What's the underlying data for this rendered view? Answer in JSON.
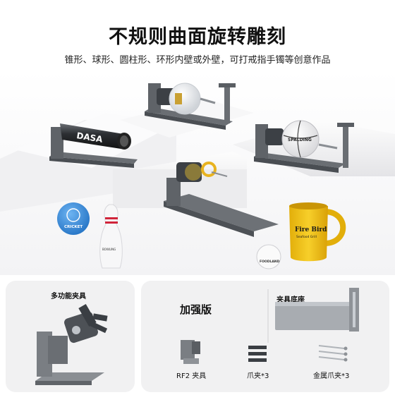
{
  "header": {
    "title": "不规则曲面旋转雕刻",
    "subtitle": "锥形、球形、圆柱形、环形内壁或外壁，可打戒指手镯等创意作品"
  },
  "hero": {
    "products": {
      "cylinder_brand": "DASA",
      "basketball_brand": "SPALDING",
      "small_ball_text": "CRICKET",
      "bowling_pin_text": "BOWLING",
      "golf_ball_text": "FOODLAND",
      "mug_text_line1": "Fire Bird",
      "mug_text_line2": "Seafood Grill"
    }
  },
  "accessories": {
    "left_panel": {
      "label": "多功能夹具"
    },
    "right_panel": {
      "edition_label": "加强版",
      "base_label": "夹具底座",
      "items": [
        {
          "label": "RF2 夹具",
          "icon": "rf2-clamp-icon"
        },
        {
          "label": "爪夹*3",
          "icon": "claw-clamp-icon"
        },
        {
          "label": "金属爪夹*3",
          "icon": "metal-claw-clamp-icon"
        }
      ]
    }
  },
  "colors": {
    "panel_bg": "#f1f1f2",
    "metal_dark": "#555a60",
    "metal_light": "#9aa0a6",
    "mug_yellow": "#f2c21b",
    "accent_blue": "#3d8fe0",
    "pin_red": "#d0243a"
  }
}
